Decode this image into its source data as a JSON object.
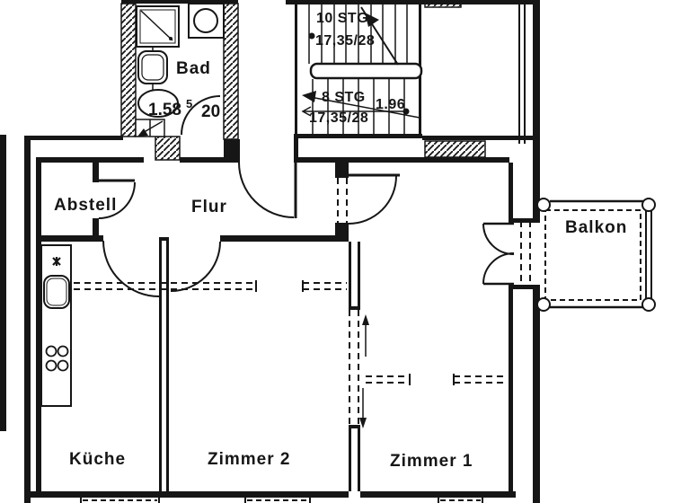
{
  "plan": {
    "type": "apartment-floor-plan",
    "colors": {
      "ink": "#161616",
      "paper": "#ffffff"
    },
    "rooms": {
      "bad": "Bad",
      "abstell": "Abstell",
      "flur": "Flur",
      "balkon": "Balkon",
      "kueche": "Küche",
      "zimmer2": "Zimmer 2",
      "zimmer1": "Zimmer 1"
    },
    "stairs": {
      "upper": {
        "count": "10 STG",
        "dim": "17,35/28"
      },
      "lower": {
        "count": "8 STG",
        "dim": "17,35/28",
        "width": "1.96"
      }
    },
    "bad_dims": {
      "main": "1.58",
      "sup": "5",
      "wall": "20"
    },
    "fixtures": [
      "shower-tray",
      "washbasin",
      "hand-basin",
      "wc",
      "entry-steps",
      "kitchen-counter",
      "kitchen-sink",
      "stove-4-burner",
      "stair-landing-rail",
      "balcony-posts",
      "french-double-door",
      "sliding-door",
      "ceiling-beam-dashed",
      "window-sill-dashed"
    ]
  }
}
